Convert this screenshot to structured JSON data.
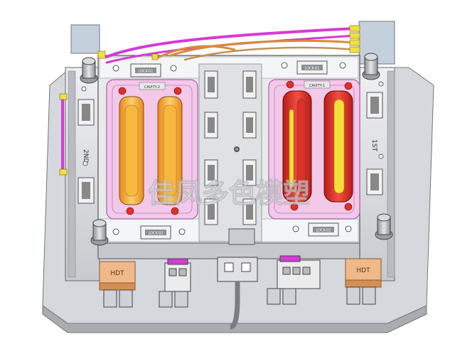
{
  "watermark": "佳凤多色模塑",
  "side_labels": {
    "left": "2ND",
    "right": "1ST"
  },
  "brand_labels": [
    "HDT",
    "HDT"
  ],
  "nameplates": {
    "top_left": "LOCK-01",
    "top_right": "LOCK-01",
    "bottom_left": "LOCK-02",
    "bottom_right": "LOCK-02",
    "cavity_left": "CAVITY-2",
    "cavity_right": "CAVITY-1"
  },
  "colors": {
    "background": "#ffffff",
    "base_plate": "#c9ccd1",
    "steel_light": "#e4e6e9",
    "pink_insert": "#f2c9e8",
    "magenta_line": "#d63ad6",
    "orange_cavity": "#f4a72a",
    "red_cavity": "#e0302a",
    "yellow_core": "#f3e13a",
    "hose_orange": "#d88a3a",
    "fitting_yellow": "#f0e040",
    "hose_gray": "#7a7d82"
  }
}
